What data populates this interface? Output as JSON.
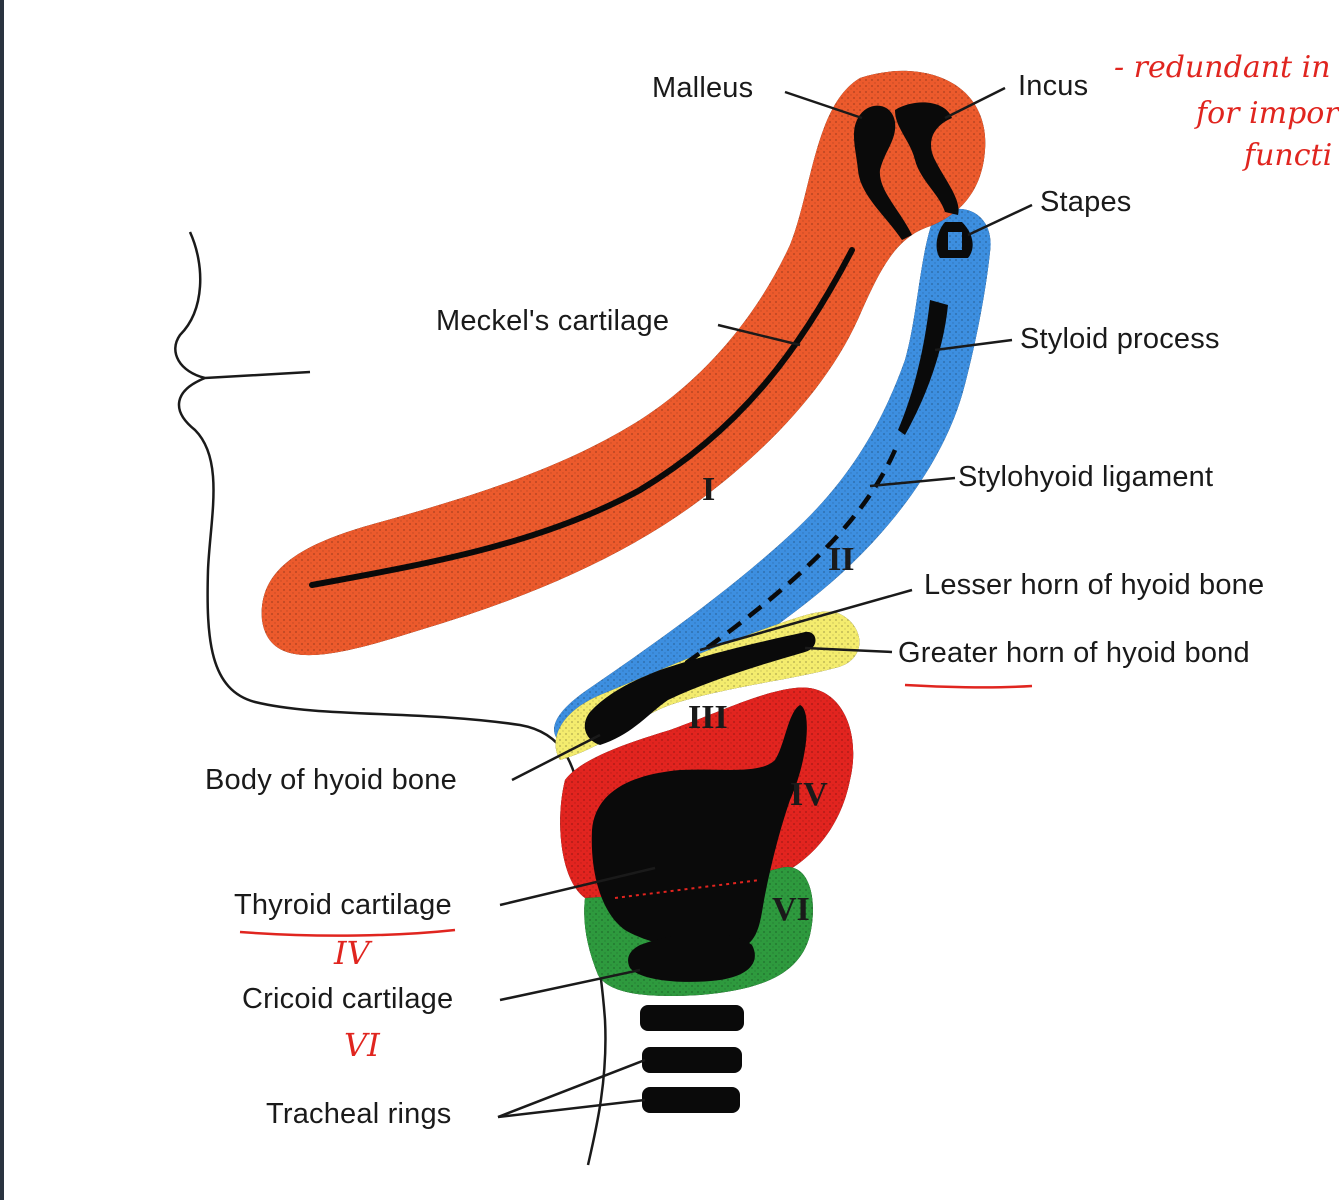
{
  "labels": {
    "malleus": "Malleus",
    "incus": "Incus",
    "stapes": "Stapes",
    "meckels_cartilage": "Meckel's cartilage",
    "styloid_process": "Styloid process",
    "stylohyoid_ligament": "Stylohyoid ligament",
    "lesser_horn": "Lesser horn of hyoid bone",
    "greater_horn": "Greater horn of hyoid bond",
    "body_of_hyoid": "Body of hyoid bone",
    "thyroid_cartilage": "Thyroid cartilage",
    "cricoid_cartilage": "Cricoid cartilage",
    "tracheal_rings": "Tracheal rings"
  },
  "arches": {
    "first": "I",
    "second": "II",
    "third": "III",
    "fourth": "IV",
    "sixth": "VI"
  },
  "annotations": {
    "incus_note_line1": "- redundant in",
    "incus_note_line2": "for impor",
    "incus_note_line3": "functi",
    "thyroid_note": "IV",
    "cricoid_note": "VI"
  },
  "colors": {
    "arch1": "#ec5a2c",
    "arch2": "#3d8fe0",
    "arch3": "#f4ec6e",
    "arch4": "#e2241f",
    "arch6": "#2e9a3e",
    "bone": "#0a0a0a",
    "annotation": "#e0251f"
  }
}
